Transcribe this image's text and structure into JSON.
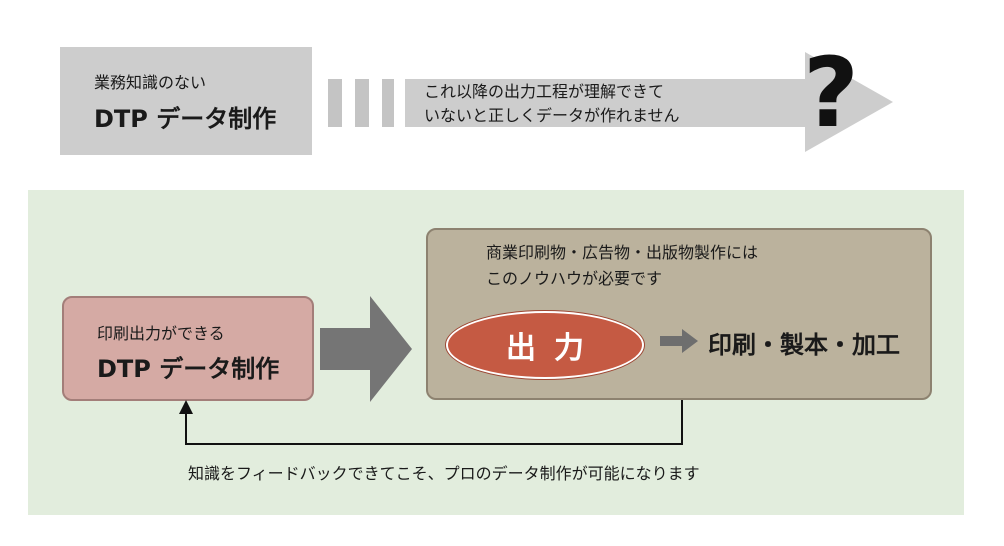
{
  "top": {
    "box_sub": "業務知識のない",
    "box_main": "DTP データ制作",
    "arrow_line1": "これ以降の出力工程が理解できて",
    "arrow_line2": "いないと正しくデータが作れません",
    "mark": "?"
  },
  "bottom": {
    "pink_sub": "印刷出力ができる",
    "pink_main": "DTP データ制作",
    "tan_line1": "商業印刷物・広告物・出版物製作には",
    "tan_line2": "このノウハウが必要です",
    "ellipse_label": "出力",
    "process": "印刷・製本・加工",
    "caption": "知識をフィードバックできてこそ、プロのデータ制作が可能になります"
  },
  "colors": {
    "gray_box": "#cdcdcd",
    "green_panel": "#e2eddd",
    "pink_box": "#d5aaa4",
    "tan_box": "#bbb29d",
    "ellipse": "#c55a43",
    "arrow_gray": "#757575"
  }
}
